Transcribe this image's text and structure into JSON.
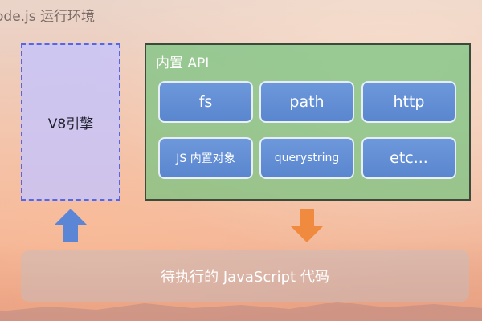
{
  "title": "ode.js 运行环境",
  "engine": {
    "label": "V8引擎"
  },
  "builtin_api": {
    "title": "内置 API",
    "items": [
      "fs",
      "path",
      "http",
      "JS 内置对象",
      "querystring",
      "etc..."
    ]
  },
  "code_bar": {
    "label": "待执行的 JavaScript 代码"
  },
  "colors": {
    "engine_fill": "#c4c4ff",
    "engine_border": "#5567e6",
    "api_fill": "#76c480",
    "api_item": "#6290d4",
    "up_arrow": "#5b86d6",
    "down_arrow": "#f08a3e"
  },
  "icons": {
    "up_arrow": "arrow-up-icon",
    "down_arrow": "arrow-down-icon"
  }
}
